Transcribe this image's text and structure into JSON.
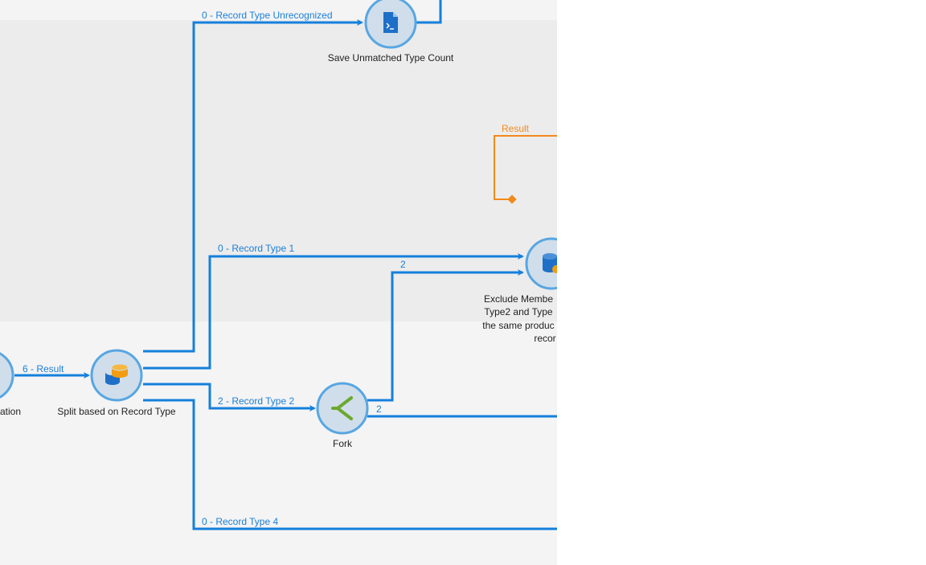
{
  "colors": {
    "edge": "#1480dc",
    "result_edge": "#f28a1a",
    "node_fill": "#cfdeea",
    "node_stroke": "#58a6e2"
  },
  "nodes": {
    "left_partial": {
      "label": "ation"
    },
    "split": {
      "label": "Split based on Record Type",
      "icon": "database-split-icon"
    },
    "save": {
      "label": "Save Unmatched Type Count",
      "icon": "script-file-icon"
    },
    "fork": {
      "label": "Fork",
      "icon": "fork-icon"
    },
    "exclude": {
      "lines": [
        "Exclude Membe",
        "Type2 and Type",
        "the same produc",
        "recor"
      ],
      "icon": "database-exclude-icon"
    }
  },
  "edges": {
    "result6": "6 - Result",
    "unrecognized": "0 - Record Type Unrecognized",
    "type1": "0 - Record Type 1",
    "type2": "2 - Record Type 2",
    "type4": "0 - Record Type 4",
    "fork_up": "2",
    "fork_right": "2",
    "result": "Result"
  }
}
